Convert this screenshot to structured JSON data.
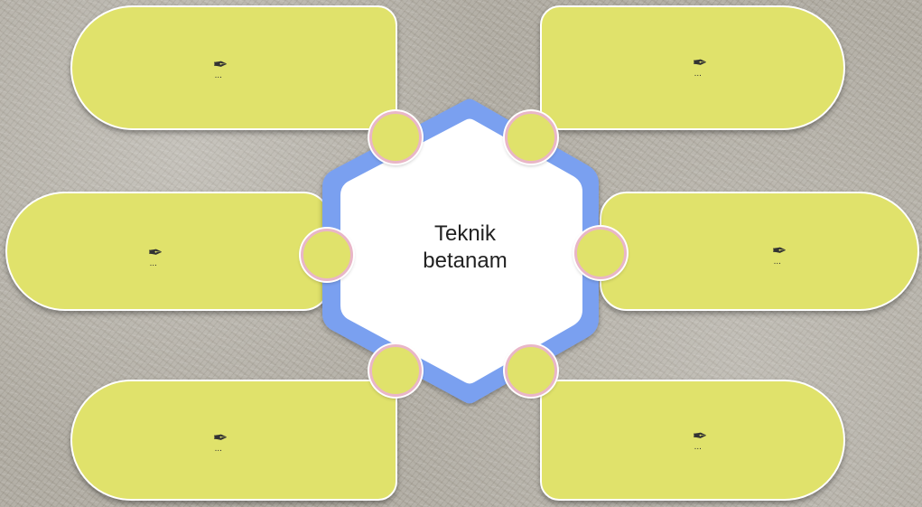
{
  "center": {
    "line1": "Teknik",
    "line2": "betanam"
  },
  "branches": [
    {
      "position": "top-left",
      "icon": "pen-icon"
    },
    {
      "position": "top-right",
      "icon": "pen-icon"
    },
    {
      "position": "middle-left",
      "icon": "pen-icon"
    },
    {
      "position": "middle-right",
      "icon": "pen-icon"
    },
    {
      "position": "bottom-left",
      "icon": "pen-icon"
    },
    {
      "position": "bottom-right",
      "icon": "pen-icon"
    }
  ],
  "colors": {
    "branch_fill": "#e0e26b",
    "hexagon_border": "#7aa0f0",
    "node_ring": "#e9b6c7",
    "center_fill": "#ffffff"
  }
}
